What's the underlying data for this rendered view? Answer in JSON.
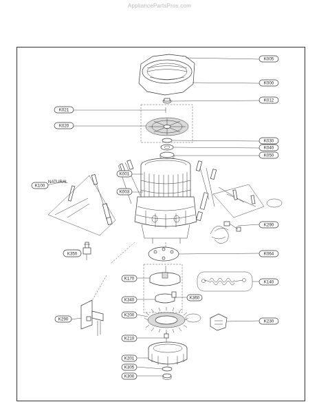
{
  "header": {
    "site": "AppliancePartsPros.com"
  },
  "diagram": {
    "labels": {
      "K005": "K005",
      "K000": "K000",
      "K012": "K012",
      "K021": "K021",
      "K020": "K020",
      "K030": "K030",
      "K040": "K040",
      "K050": "K050",
      "K001": "K001",
      "K003": "K003",
      "K100": "K100",
      "natural": "NATURAL",
      "K290a": "K290",
      "K350": "K350",
      "K064": "K064",
      "K170": "K170",
      "K140": "K140",
      "K340": "K340",
      "K360": "K360",
      "K200": "K200",
      "K230": "K230",
      "K290b": "K290",
      "K210": "K210",
      "K201": "K201",
      "K305": "K305",
      "K300": "K300"
    }
  }
}
